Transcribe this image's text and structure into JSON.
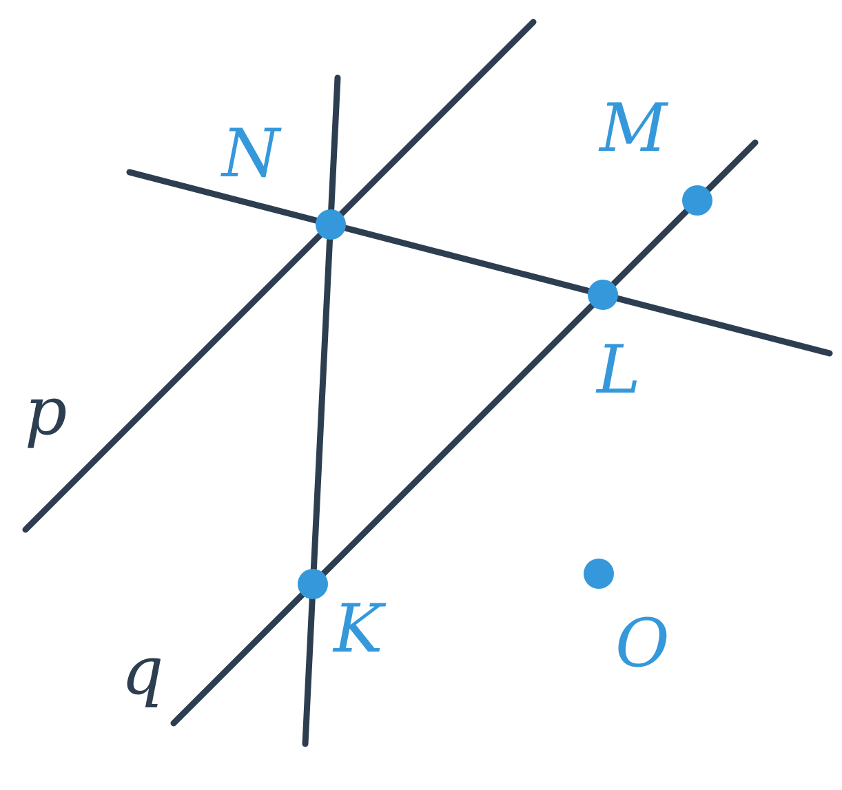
{
  "colors": {
    "line": "#2c3e50",
    "point": "#3498db"
  },
  "lines": [
    {
      "id": "p",
      "label": "p"
    },
    {
      "id": "q",
      "label": "q"
    },
    {
      "id": "nl",
      "label": ""
    },
    {
      "id": "nk",
      "label": ""
    }
  ],
  "points": [
    {
      "id": "N",
      "label": "N"
    },
    {
      "id": "M",
      "label": "M"
    },
    {
      "id": "L",
      "label": "L"
    },
    {
      "id": "K",
      "label": "K"
    },
    {
      "id": "O",
      "label": "O"
    }
  ]
}
